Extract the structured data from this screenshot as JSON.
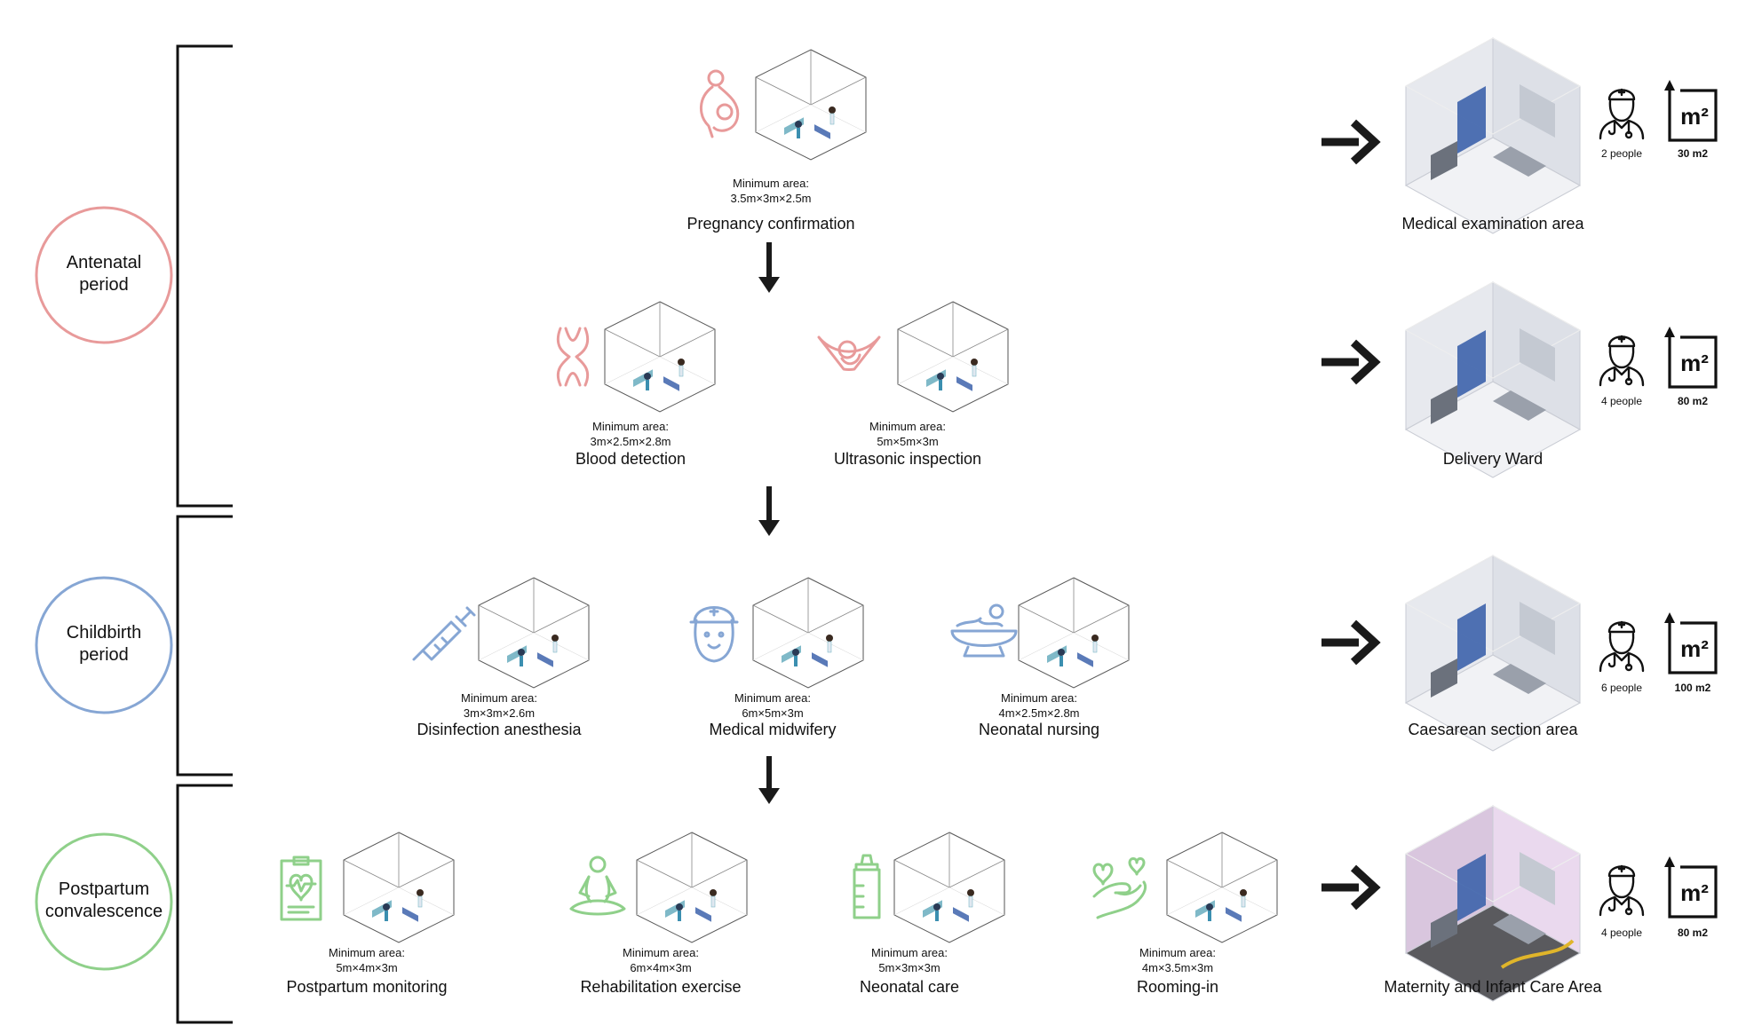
{
  "colors": {
    "antenatal": "#e89a9a",
    "childbirth": "#86a6d4",
    "postpartum": "#8fd08a",
    "arrow": "#1a1a1a",
    "room_accent": "#3d63ab"
  },
  "phases": [
    {
      "id": "antenatal",
      "label": "Antenatal period"
    },
    {
      "id": "childbirth",
      "label": "Childbirth period"
    },
    {
      "id": "postpartum",
      "label": "Postpartum convalescence"
    }
  ],
  "area_caption": "Minimum area:",
  "steps": [
    {
      "label": "Pregnancy confirmation",
      "dims": "3.5m×3m×2.5m",
      "icon": "pregnant-woman-icon",
      "phase": "antenatal"
    },
    {
      "label": "Blood detection",
      "dims": "3m×2.5m×2.8m",
      "icon": "chromosome-icon",
      "phase": "antenatal"
    },
    {
      "label": "Ultrasonic inspection",
      "dims": "5m×5m×3m",
      "icon": "ultrasound-fetus-icon",
      "phase": "antenatal"
    },
    {
      "label": "Disinfection anesthesia",
      "dims": "3m×3m×2.6m",
      "icon": "syringe-icon",
      "phase": "childbirth"
    },
    {
      "label": "Medical midwifery",
      "dims": "6m×5m×3m",
      "icon": "nurse-icon",
      "phase": "childbirth"
    },
    {
      "label": "Neonatal nursing",
      "dims": "4m×2.5m×2.8m",
      "icon": "baby-bath-icon",
      "phase": "childbirth"
    },
    {
      "label": "Postpartum monitoring",
      "dims": "5m×4m×3m",
      "icon": "heart-monitor-clipboard-icon",
      "phase": "postpartum"
    },
    {
      "label": "Rehabilitation exercise",
      "dims": "6m×4m×3m",
      "icon": "meditation-icon",
      "phase": "postpartum"
    },
    {
      "label": "Neonatal care",
      "dims": "5m×3m×3m",
      "icon": "baby-bottle-icon",
      "phase": "postpartum"
    },
    {
      "label": "Rooming-in",
      "dims": "4m×3.5m×3m",
      "icon": "mother-baby-hands-icon",
      "phase": "postpartum"
    }
  ],
  "destinations": [
    {
      "label": "Medical examination area",
      "people": "2 people",
      "area": "30 m2"
    },
    {
      "label": "Delivery Ward",
      "people": "4 people",
      "area": "80 m2"
    },
    {
      "label": "Caesarean section area",
      "people": "6 people",
      "area": "100 m2"
    },
    {
      "label": "Maternity and Infant Care Area",
      "people": "4 people",
      "area": "80 m2"
    }
  ],
  "stat_icons": {
    "people": "doctor-icon",
    "area": "square-meter-icon",
    "area_symbol": "m²"
  }
}
